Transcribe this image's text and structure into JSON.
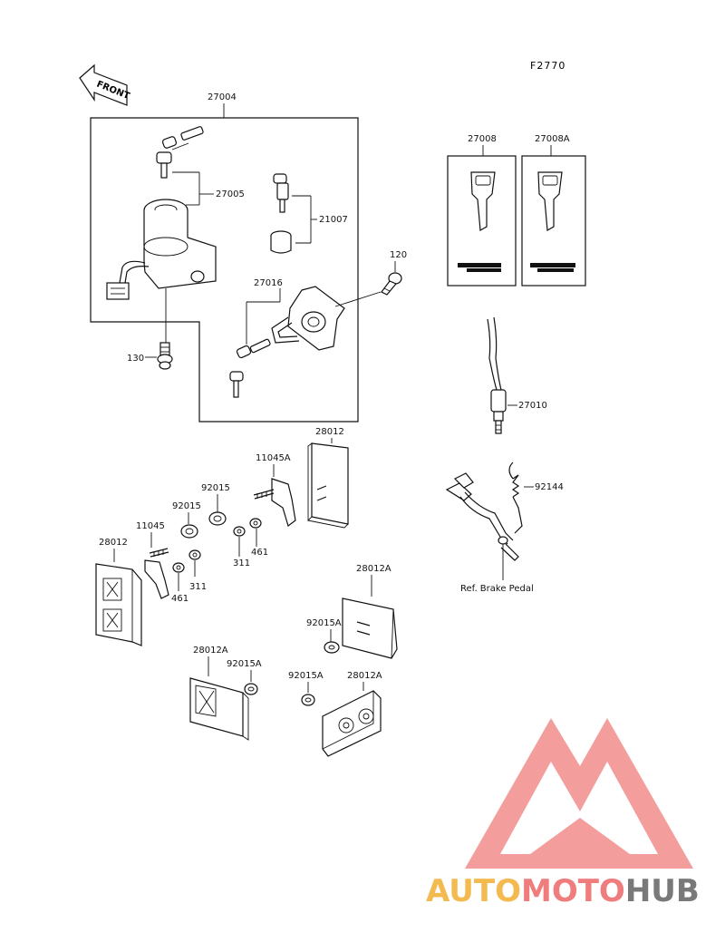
{
  "drawing_code": "F2770",
  "front_label": "FRONT",
  "reference_note": "Ref. Brake Pedal",
  "parts": {
    "p27004": "27004",
    "p27005": "27005",
    "p21007": "21007",
    "p27016": "27016",
    "p120": "120",
    "p130": "130",
    "p27008": "27008",
    "p27008A": "27008A",
    "p27010": "27010",
    "p92144": "92144",
    "p28012_top": "28012",
    "p11045A": "11045A",
    "p92015_a": "92015",
    "p92015_b": "92015",
    "p11045": "11045",
    "p28012_left": "28012",
    "p311_a": "311",
    "p461_a": "461",
    "p311_b": "311",
    "p461_b": "461",
    "p28012A_a": "28012A",
    "p92015A_a": "92015A",
    "p28012A_b": "28012A",
    "p92015A_b": "92015A",
    "p92015A_c": "92015A",
    "p28012A_c": "28012A"
  },
  "watermark": {
    "brand_text": "AUTOMOTOHUB",
    "brand_part1": "AUTO",
    "brand_part2": "MOTO",
    "brand_part3": "HUB",
    "color_orange": "#f2b33d",
    "color_red": "#ee6f6f",
    "color_gray": "#6b6b6b"
  }
}
